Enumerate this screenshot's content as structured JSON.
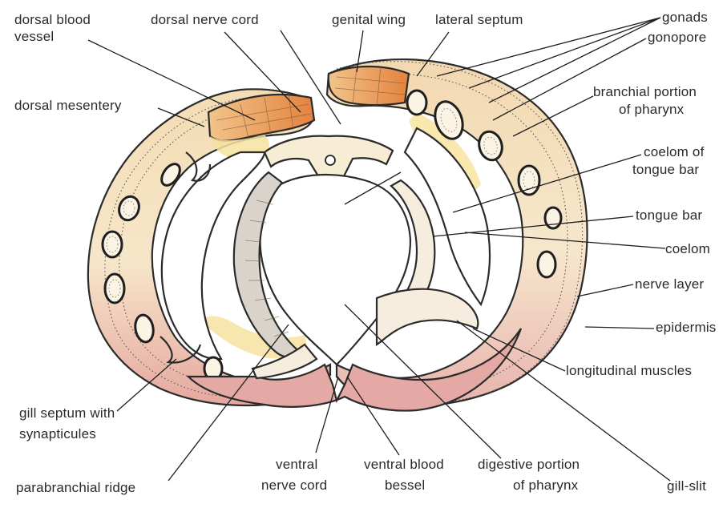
{
  "labels": {
    "dorsal_blood_vessel": [
      "dorsal blood",
      "vessel"
    ],
    "dorsal_nerve_cord": "dorsal nerve cord",
    "genital_wing": "genital wing",
    "lateral_septum": "lateral septum",
    "gonads": "gonads",
    "gonopore": "gonopore",
    "branchial_portion_of_pharynx": [
      "branchial portion",
      "of pharynx"
    ],
    "dorsal_mesentery": "dorsal mesentery",
    "coelom_of_tongue_bar": [
      "coelom of",
      "tongue bar"
    ],
    "tongue_bar": "tongue bar",
    "coelom": "coelom",
    "nerve_layer": "nerve layer",
    "epidermis": "epidermis",
    "longitudinal_muscles": "longitudinal muscles",
    "gill_septum_with_synapticules": [
      "gill septum with",
      "synapticules"
    ],
    "parabranchial_ridge": "parabranchial ridge",
    "ventral_nerve_cord": [
      "ventral",
      "nerve cord"
    ],
    "ventral_blood_bessel": [
      "ventral blood",
      "bessel"
    ],
    "digestive_portion_of_pharynx": [
      "digestive portion",
      "of pharynx"
    ],
    "gill_slit": "gill-slit"
  },
  "colors": {
    "body_fill": "#f6e3c2",
    "inner_fill": "#fdf6e6",
    "ventral_fill": "#e2a2a2",
    "dorsal_fill": "#e79a5e",
    "yellow_fill": "#f7e6a4",
    "lumen_fill": "#ffffff",
    "outline": "#2b2b2b",
    "text": "#2a2a2a"
  }
}
